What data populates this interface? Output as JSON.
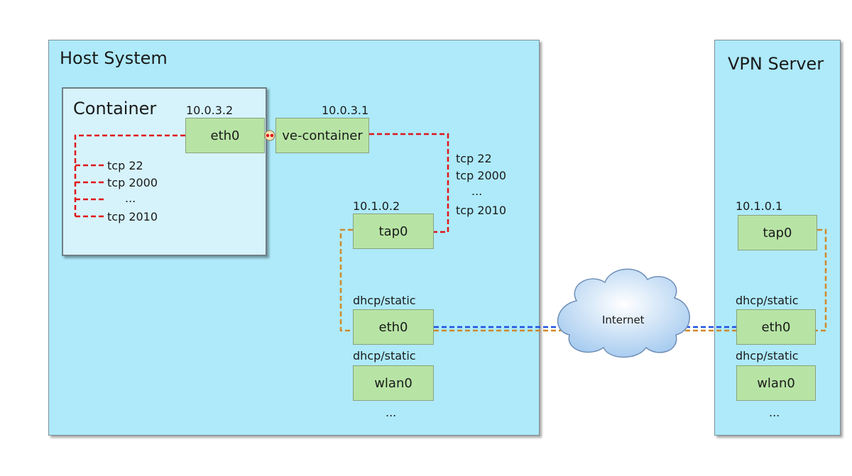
{
  "host": {
    "title": "Host System",
    "container": {
      "title": "Container",
      "eth0": {
        "label": "eth0",
        "ip": "10.0.3.2"
      },
      "ports": [
        "tcp 22",
        "tcp 2000",
        "...",
        "tcp 2010"
      ]
    },
    "ve_container": {
      "label": "ve-container",
      "ip": "10.0.3.1"
    },
    "forward_ports": [
      "tcp 22",
      "tcp 2000",
      "...",
      "tcp 2010"
    ],
    "tap0": {
      "label": "tap0",
      "ip": "10.1.0.2"
    },
    "eth0": {
      "label": "eth0",
      "mode": "dhcp/static"
    },
    "wlan0": {
      "label": "wlan0",
      "mode": "dhcp/static"
    },
    "more": "..."
  },
  "internet": {
    "label": "Internet"
  },
  "vpn": {
    "title": "VPN Server",
    "tap0": {
      "label": "tap0",
      "ip": "10.1.0.1"
    },
    "eth0": {
      "label": "eth0",
      "mode": "dhcp/static"
    },
    "wlan0": {
      "label": "wlan0",
      "mode": "dhcp/static"
    },
    "more": "..."
  },
  "colors": {
    "panel_fill": "#aeeafa",
    "container_fill": "#d6f3fc",
    "iface_fill": "#b7e4a5",
    "red_link": "#e0161a",
    "orange_link": "#d08a2a",
    "blue_link": "#1f4fe0"
  }
}
